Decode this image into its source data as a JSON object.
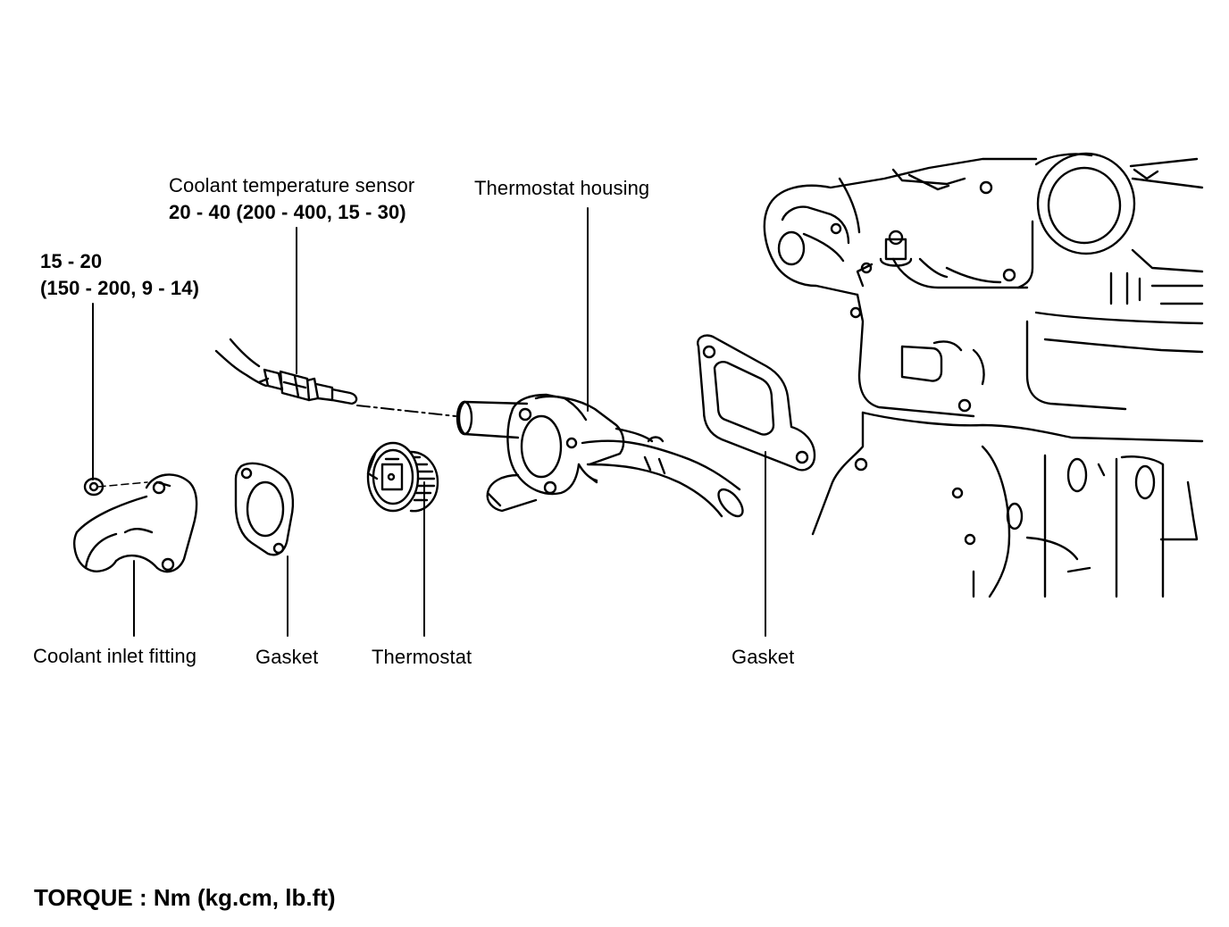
{
  "labels": {
    "sensor_name": "Coolant temperature sensor",
    "sensor_torque": "20 - 40 (200 - 400, 15 - 30)",
    "housing": "Thermostat housing",
    "nut_torque_line1": "15 - 20",
    "nut_torque_line2": "(150 - 200, 9 - 14)",
    "inlet_fitting": "Coolant inlet fitting",
    "gasket_small": "Gasket",
    "thermostat": "Thermostat",
    "gasket_large": "Gasket"
  },
  "legend": {
    "torque_units": "TORQUE : Nm (kg.cm, lb.ft)"
  },
  "colors": {
    "ink": "#000000",
    "paper": "#ffffff"
  }
}
